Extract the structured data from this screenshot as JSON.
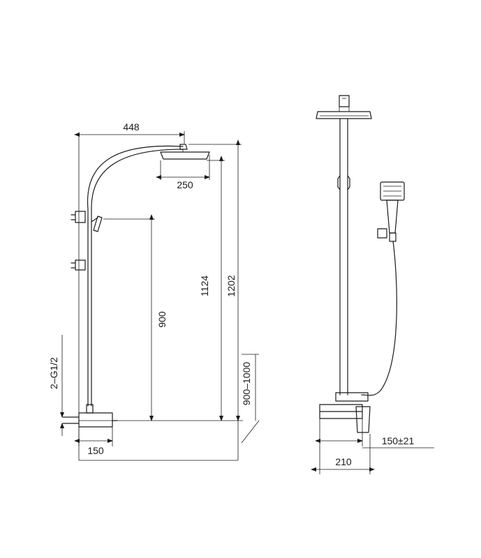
{
  "dimensions": {
    "top_width": "448",
    "head_width": "250",
    "hand_shower_height": "900",
    "head_height_1": "1124",
    "head_height_2": "1202",
    "connection": "2–G1/2",
    "install_height": "900–1000",
    "mixer_depth_left": "150",
    "centers": "150±21",
    "mixer_width_right": "210"
  }
}
